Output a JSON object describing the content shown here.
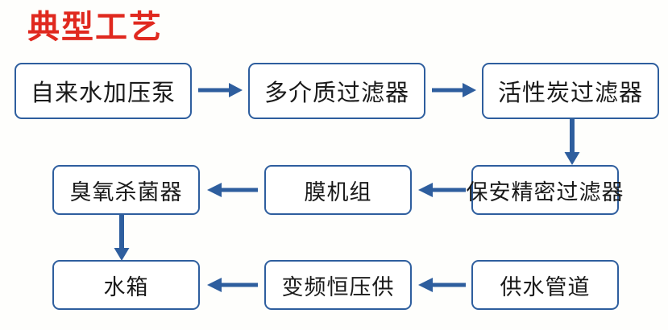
{
  "title": "典型工艺",
  "colors": {
    "title": "#e0291f",
    "node_border": "#2e5e9e",
    "node_fill": "#ffffff",
    "arrow": "#2e5e9e",
    "background": "#fefefc",
    "text": "#1a1a1a"
  },
  "flow": {
    "rows": [
      {
        "direction": "left-to-right",
        "nodes": [
          {
            "id": "tap-water-booster-pump",
            "label": "自来水加压泵"
          },
          {
            "id": "multi-media-filter",
            "label": "多介质过滤器"
          },
          {
            "id": "activated-carbon-filter",
            "label": "活性炭过滤器"
          }
        ]
      },
      {
        "direction": "right-to-left",
        "nodes": [
          {
            "id": "ozone-sterilizer",
            "label": "臭氧杀菌器"
          },
          {
            "id": "membrane-unit",
            "label": "膜机组"
          },
          {
            "id": "security-precision-filter",
            "label": "保安精密过滤器"
          }
        ]
      },
      {
        "direction": "right-to-left",
        "nodes": [
          {
            "id": "water-tank",
            "label": "水箱"
          },
          {
            "id": "vfd-constant-pressure-supply",
            "label": "变频恒压供"
          },
          {
            "id": "water-supply-pipeline",
            "label": "供水管道"
          }
        ]
      }
    ],
    "connectors": [
      {
        "id": "arrow-pump-to-media-filter",
        "kind": "arrow-right-icon"
      },
      {
        "id": "arrow-media-filter-to-carbon-filter",
        "kind": "arrow-right-icon"
      },
      {
        "id": "arrow-carbon-filter-to-precision-filter",
        "kind": "arrow-down-icon"
      },
      {
        "id": "arrow-precision-filter-to-membrane-unit",
        "kind": "arrow-left-icon"
      },
      {
        "id": "arrow-membrane-unit-to-ozone-sterilizer",
        "kind": "arrow-left-icon"
      },
      {
        "id": "arrow-ozone-sterilizer-to-water-tank",
        "kind": "arrow-down-icon"
      },
      {
        "id": "arrow-supply-pipeline-to-vfd",
        "kind": "arrow-left-icon"
      },
      {
        "id": "arrow-vfd-to-water-tank",
        "kind": "arrow-left-icon"
      }
    ]
  }
}
